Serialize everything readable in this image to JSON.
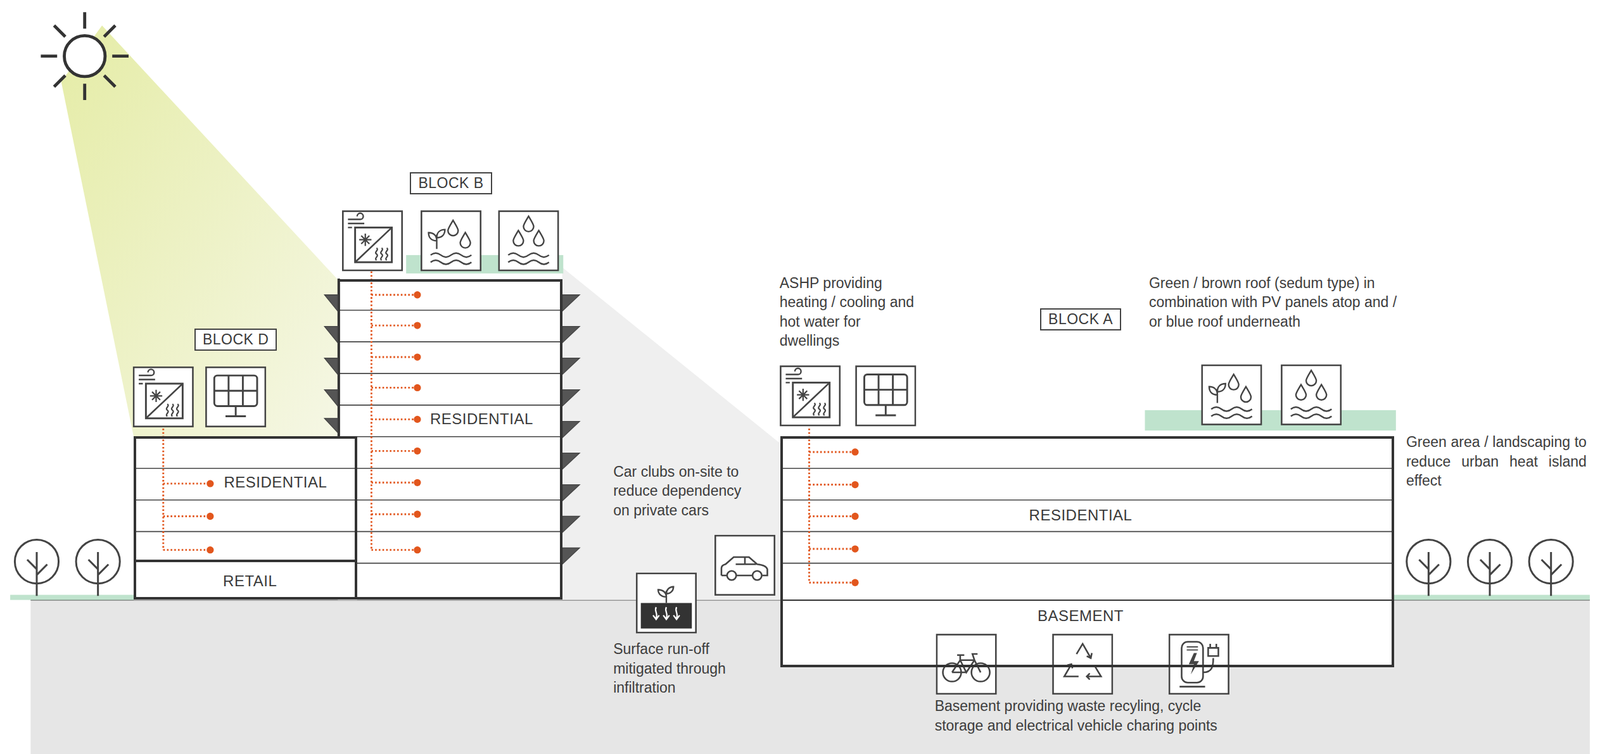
{
  "diagram": {
    "nodes": [
      {
        "text": [
          "BLOCK D"
        ]
      },
      {
        "text": [
          "RESIDENTIAL"
        ]
      },
      {
        "text": [
          "RETAIL"
        ]
      },
      {
        "text": [
          "BLOCK B"
        ]
      },
      {
        "text": [
          "RESIDENTIAL"
        ]
      },
      {
        "text": [
          "BLOCK A"
        ]
      },
      {
        "text": [
          "RESIDENTIAL"
        ]
      },
      {
        "text": [
          "BASEMENT"
        ]
      }
    ],
    "labels": [
      "ASHP providing heating / cooling and hot water for dwellings",
      "Green / brown roof (sedum type) in combination with PV panels atop and / or blue roof underneath",
      "Green area / landscaping to reduce urban heat island effect",
      "Car clubs on-site to reduce dependency on private cars",
      "Surface run-off mitigated through infiltration",
      "Basement providing waste recyling, cycle storage and electrical vehicle charing points"
    ]
  }
}
